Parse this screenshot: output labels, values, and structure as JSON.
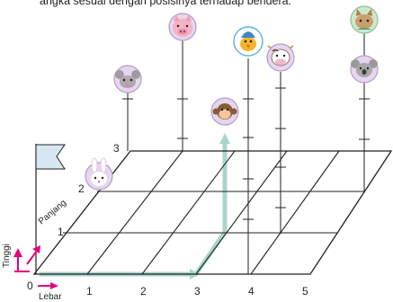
{
  "caption": "angka sesuai dengan posisinya terhadap bendera.",
  "axes": {
    "width_label": "Lebar",
    "length_label": "Panjang",
    "height_label": "Tinggi",
    "origin": "0",
    "width_ticks": [
      "1",
      "2",
      "3",
      "4",
      "5"
    ],
    "length_ticks": [
      "1",
      "2",
      "3"
    ]
  },
  "animals": [
    "mouse",
    "pig",
    "monkey",
    "bird",
    "cow",
    "cat",
    "koala",
    "rabbit"
  ],
  "colors": {
    "path": "#a8d5cc",
    "arrow": "#e6007e",
    "circle_bg": "#e5d6ee",
    "circle_border": "#b49cc9",
    "flag": "#d7e7f2"
  }
}
